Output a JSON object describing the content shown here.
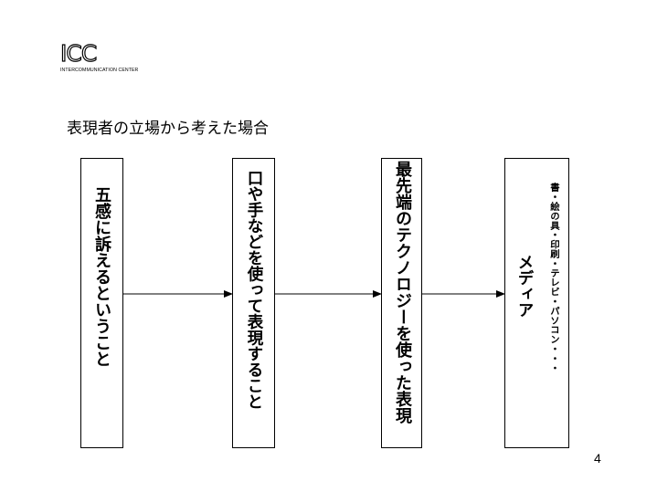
{
  "logo": {
    "mark": "ICC",
    "subtitle": "INTERCOMMUNICATION CENTER"
  },
  "heading": "表現者の立場から考えた場合",
  "boxes": [
    {
      "text": "五感に訴えるということ"
    },
    {
      "text": "口や手などを使って表現すること"
    },
    {
      "text": "最先端のテクノロジーを使った表現"
    },
    {
      "main": "メディア",
      "sub": "書・絵の具・印刷・テレビ・パソコン・・・"
    }
  ],
  "page_number": "4"
}
